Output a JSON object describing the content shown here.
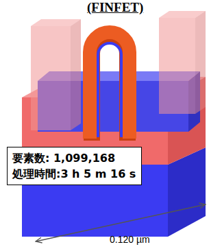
{
  "diagram": {
    "title": "(FINFET)",
    "nodes": [
      {
        "text": [
          "要素数: 1,099,168",
          "処理時間:3 h 5 m 16 s"
        ]
      }
    ],
    "labels": [
      "0.120 µm"
    ]
  }
}
